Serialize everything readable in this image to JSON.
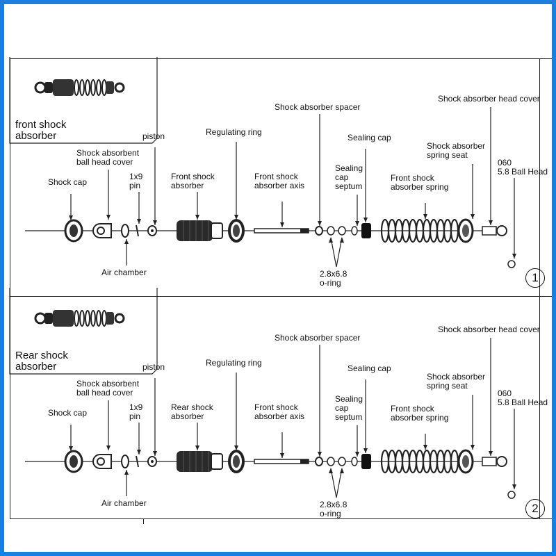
{
  "panels": [
    {
      "title": "front shock\nabsorber",
      "number": "1",
      "labels": {
        "shock_cap": "Shock cap",
        "ball_head_cover": "Shock absorbent\nball head cover",
        "pin": "1x9\npin",
        "piston": "piston",
        "absorber": "Front shock\nabsorber",
        "regulating_ring": "Regulating ring",
        "axis": "Front shock\nabsorber axis",
        "spacer": "Shock absorber spacer",
        "cap_septum": "Sealing\ncap\nseptum",
        "sealing_cap": "Sealing cap",
        "spring": "Front shock\nabsorber spring",
        "spring_seat": "Shock absorber\nspring seat",
        "head_cover": "Shock absorber head cover",
        "ball_head": "060\n5.8 Ball Head",
        "air_chamber": "Air chamber",
        "oring": "2.8x6.8\no-ring"
      }
    },
    {
      "title": "Rear shock\nabsorber",
      "number": "2",
      "labels": {
        "shock_cap": "Shock cap",
        "ball_head_cover": "Shock absorbent\nball head cover",
        "pin": "1x9\npin",
        "piston": "piston",
        "absorber": "Rear shock\nabsorber",
        "regulating_ring": "Regulating ring",
        "axis": "Front shock\nabsorber axis",
        "spacer": "Shock absorber spacer",
        "cap_septum": "Sealing\ncap\nseptum",
        "sealing_cap": "Sealing cap",
        "spring": "Front shock\nabsorber spring",
        "spring_seat": "Shock absorber\nspring seat",
        "head_cover": "Shock absorber head cover",
        "ball_head": "060\n5.8 Ball Head",
        "air_chamber": "Air chamber",
        "oring": "2.8x6.8\no-ring"
      }
    }
  ],
  "colors": {
    "frame_border": "#1a80e0",
    "line": "#222222"
  }
}
